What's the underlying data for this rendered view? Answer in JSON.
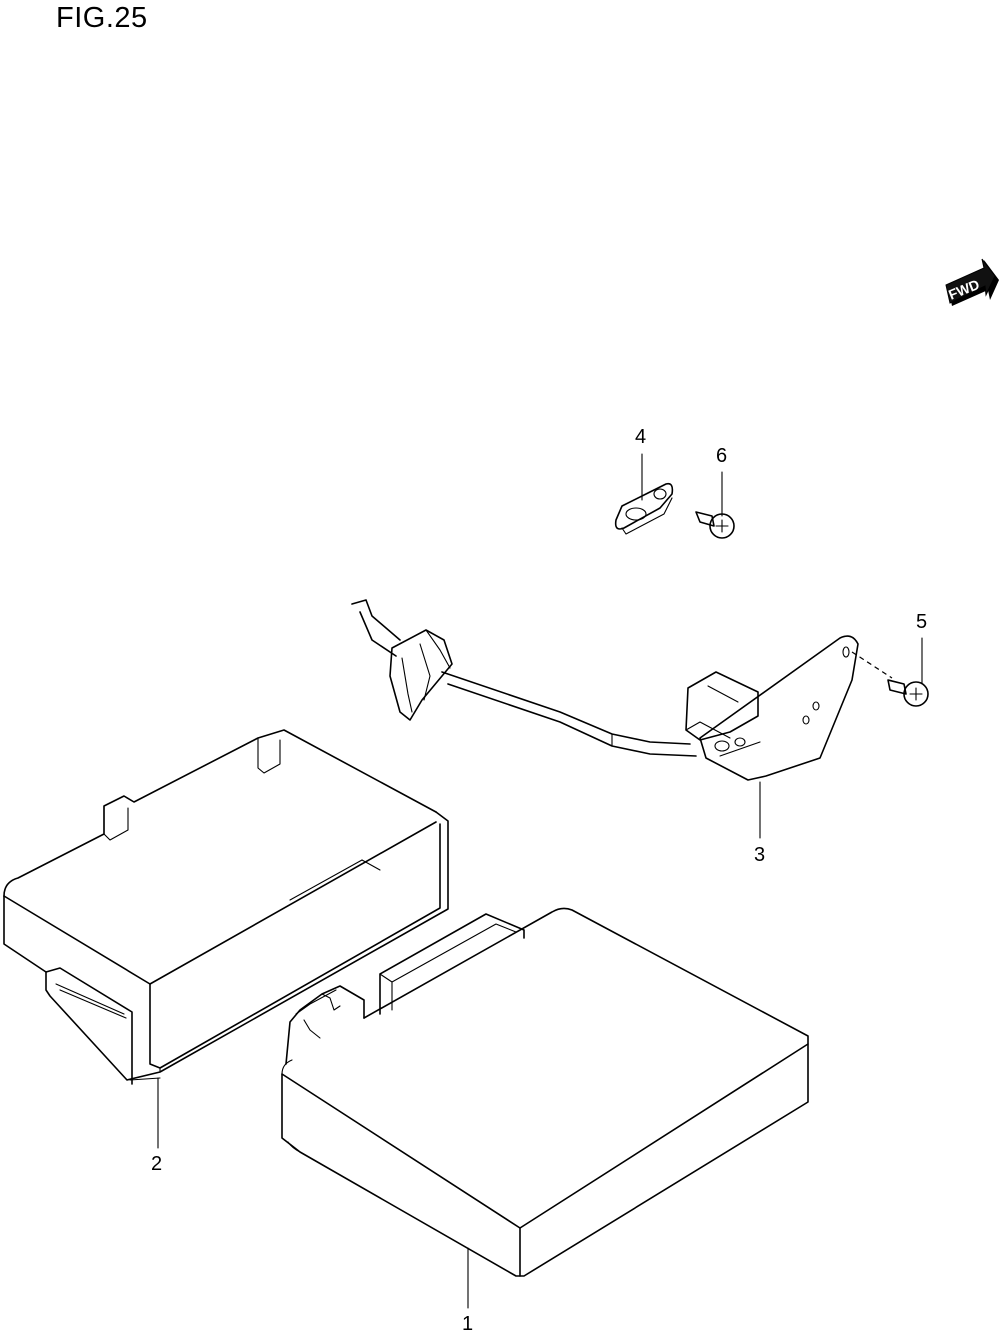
{
  "figure": {
    "title": "FIG.25",
    "direction_badge": "FWD"
  },
  "callouts": [
    {
      "id": "1",
      "label": "1"
    },
    {
      "id": "2",
      "label": "2"
    },
    {
      "id": "3",
      "label": "3"
    },
    {
      "id": "4",
      "label": "4"
    },
    {
      "id": "5",
      "label": "5"
    },
    {
      "id": "6",
      "label": "6"
    }
  ],
  "colors": {
    "line": "#000000",
    "background": "#ffffff"
  }
}
